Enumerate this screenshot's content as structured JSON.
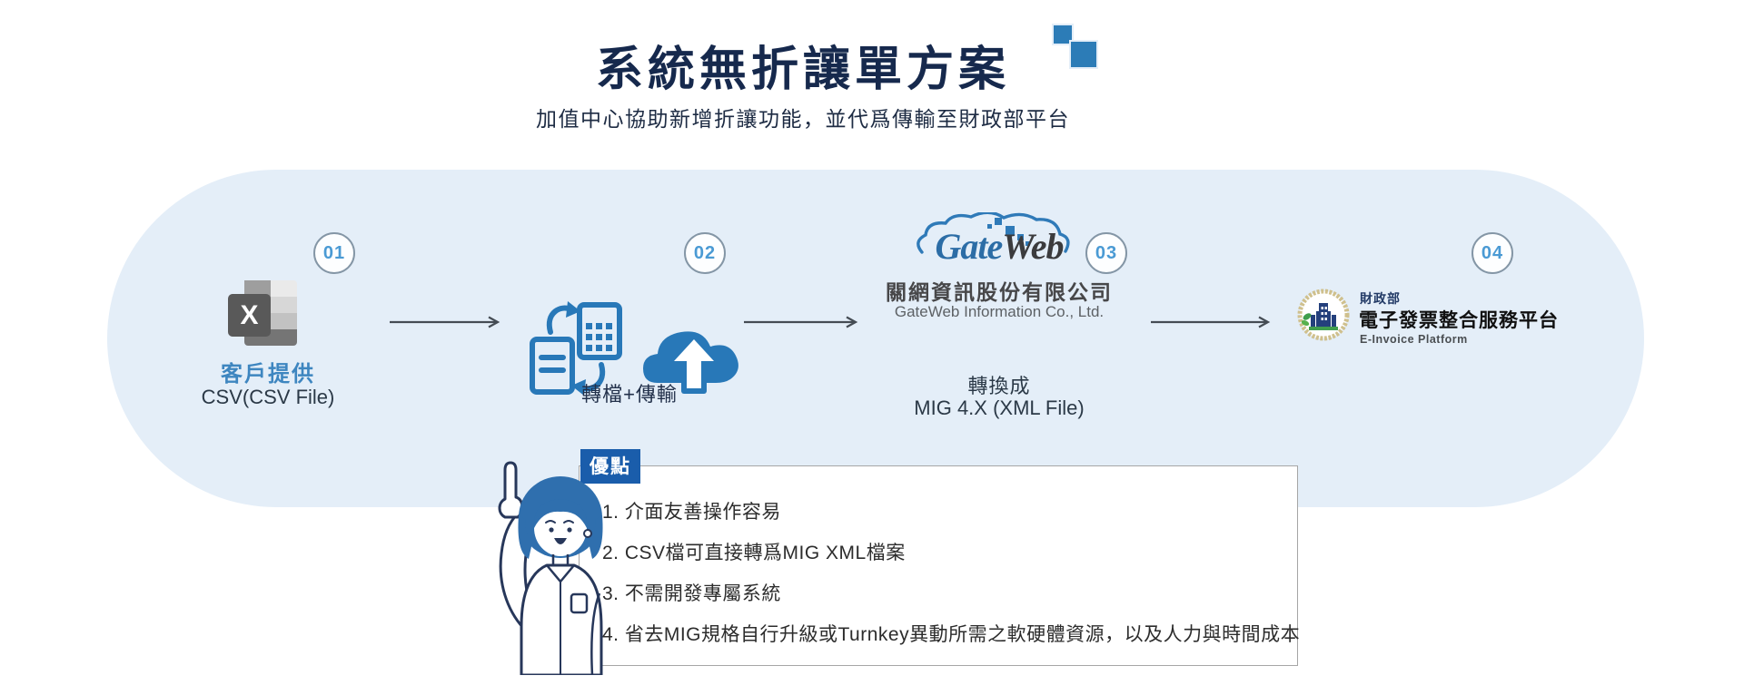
{
  "header": {
    "title": "系統無折讓單方案",
    "subtitle": "加值中心協助新增折讓功能，並代爲傳輸至財政部平台"
  },
  "colors": {
    "accent_blue": "#2c7cb7",
    "pill_background": "#e4eef8",
    "title_navy": "#16294d",
    "badge_number_blue": "#4a9ad4",
    "step_label_blue": "#3e86c0",
    "icon_blue": "#2878b8",
    "advantage_tag_blue": "#1a5dab"
  },
  "flow": {
    "steps": [
      {
        "number": "01",
        "icon": "excel-file-icon",
        "excel_letter": "X",
        "label": "客戶提供",
        "sublabel": "CSV(CSV File)"
      },
      {
        "number": "02",
        "icons": [
          "file-convert-icon",
          "cloud-upload-icon"
        ],
        "label": "轉檔+傳輸"
      },
      {
        "number": "03",
        "icon": "gateweb-cloud-logo",
        "logo_gate": "Gate",
        "logo_web": "Web",
        "company_zh": "關網資訊股份有限公司",
        "company_en": "GateWeb Information Co., Ltd.",
        "label": "轉換成",
        "sublabel": "MIG 4.X (XML File)"
      },
      {
        "number": "04",
        "icon": "einvoice-platform-logo",
        "ministry": "財政部",
        "platform_zh": "電子發票整合服務平台",
        "platform_en": "E-Invoice Platform"
      }
    ]
  },
  "advantages": {
    "tag": "優點",
    "items": [
      "1. 介面友善操作容易",
      "2. CSV檔可直接轉爲MIG XML檔案",
      "3. 不需開發專屬系統",
      "4. 省去MIG規格自行升級或Turnkey異動所需之軟硬體資源，以及人力與時間成本"
    ]
  }
}
